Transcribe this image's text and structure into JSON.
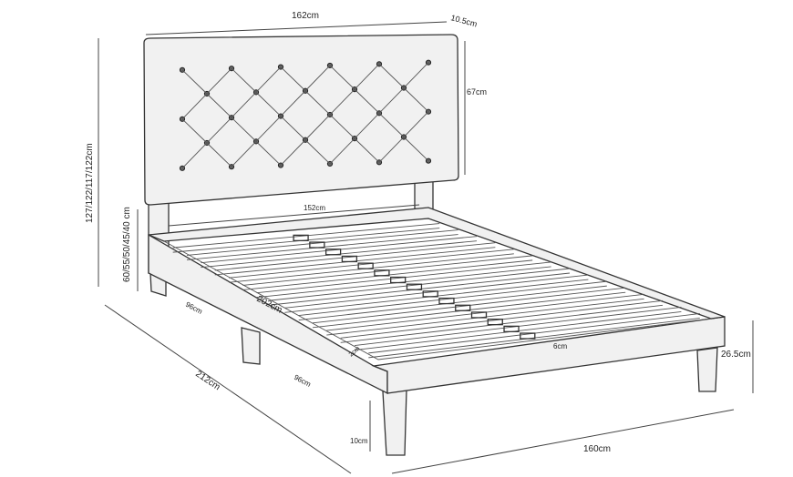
{
  "dimensions": {
    "headboard_width": "162cm",
    "headboard_depth": "10.5cm",
    "headboard_height": "67cm",
    "total_height": "127/122/117/122cm",
    "post_height": "60/55/50/45/40 cm",
    "inner_width": "152cm",
    "inner_length": "202cm",
    "slat_span_back": "96cm",
    "slat_span_front": "96cm",
    "total_length": "212cm",
    "slat_gap": "6cm",
    "slat_width": "2cm",
    "frame_height": "26.5cm",
    "leg_height": "10cm",
    "total_width": "160cm"
  },
  "colors": {
    "line": "#333333",
    "upholstery": "#f1f1f1"
  }
}
